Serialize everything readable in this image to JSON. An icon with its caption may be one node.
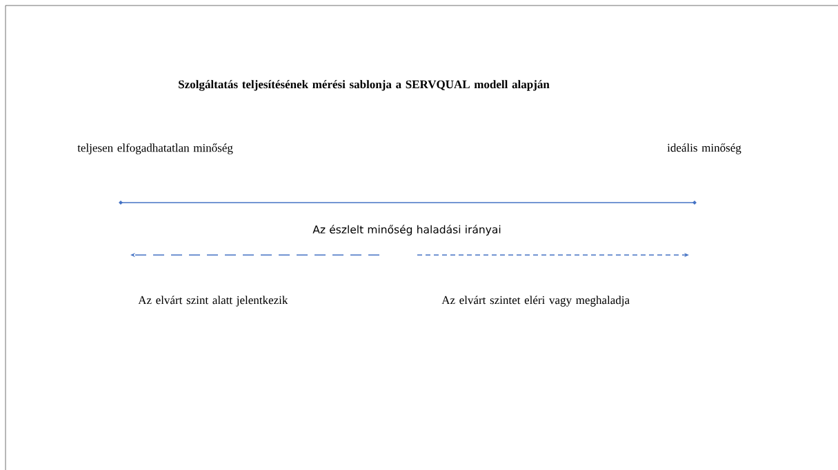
{
  "diagram": {
    "title": "Szolgáltatás teljesítésének mérési sablonja a SERVQUAL modell alapján",
    "labels": [
      "teljesen elfogadhatatlan minőség",
      "ideális minőség",
      "Az észlelt minőség haladási irányai",
      "Az elvárt szint alatt jelentkezik",
      "Az elvárt szintet eléri vagy meghaladja"
    ]
  }
}
